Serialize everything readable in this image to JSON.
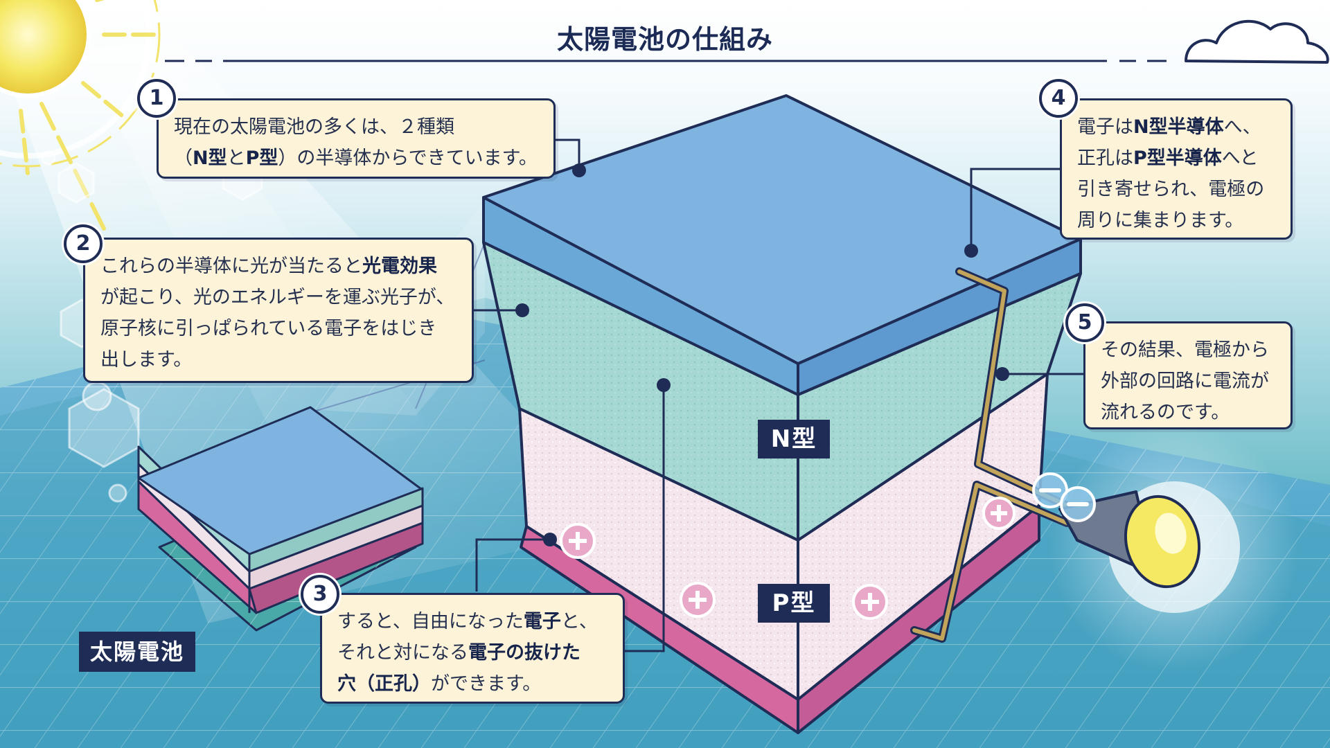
{
  "title": "太陽電池の仕組み",
  "labels": {
    "n_type": "N型",
    "p_type": "P型",
    "solar_cell": "太陽電池"
  },
  "callouts": [
    {
      "number": "1",
      "lines": [
        [
          {
            "t": "現在の太陽電池の多くは、２種類"
          }
        ],
        [
          {
            "t": "（"
          },
          {
            "t": "N型",
            "b": true
          },
          {
            "t": "と"
          },
          {
            "t": "P型",
            "b": true
          },
          {
            "t": "）の半導体からできています。"
          }
        ]
      ]
    },
    {
      "number": "2",
      "lines": [
        [
          {
            "t": "これらの半導体に光が当たると"
          },
          {
            "t": "光電効果",
            "b": true
          }
        ],
        [
          {
            "t": "が起こり、光のエネルギーを運ぶ光子が、"
          }
        ],
        [
          {
            "t": "原子核に引っぱられている電子をはじき"
          }
        ],
        [
          {
            "t": "出します。"
          }
        ]
      ]
    },
    {
      "number": "3",
      "lines": [
        [
          {
            "t": "すると、自由になった"
          },
          {
            "t": "電子",
            "b": true
          },
          {
            "t": "と、"
          }
        ],
        [
          {
            "t": "それと対になる"
          },
          {
            "t": "電子の抜けた",
            "b": true
          }
        ],
        [
          {
            "t": "穴（正孔）",
            "b": true
          },
          {
            "t": "ができます。"
          }
        ]
      ]
    },
    {
      "number": "4",
      "lines": [
        [
          {
            "t": "電子は"
          },
          {
            "t": "N型半導体",
            "b": true
          },
          {
            "t": "へ、"
          }
        ],
        [
          {
            "t": "正孔は"
          },
          {
            "t": "P型半導体",
            "b": true
          },
          {
            "t": "へと"
          }
        ],
        [
          {
            "t": "引き寄せられ、電極の"
          }
        ],
        [
          {
            "t": "周りに集まります。"
          }
        ]
      ]
    },
    {
      "number": "5",
      "lines": [
        [
          {
            "t": "その結果、電極から"
          }
        ],
        [
          {
            "t": "外部の回路に電流が"
          }
        ],
        [
          {
            "t": "流れるのです。"
          }
        ]
      ]
    }
  ],
  "colors": {
    "outline": "#1e2c56",
    "n_layer": "#a6d8d3",
    "top_face": "#7fb4e0",
    "p_layer": "#f3e4ea",
    "electrode": "#cf6aa6",
    "callout_bg": "#fdf3d8",
    "wire": "#c2a45a"
  },
  "icons": [
    "sun-icon",
    "cloud-icon",
    "lightbulb-icon",
    "hole-plus-icon",
    "electron-minus-icon"
  ]
}
